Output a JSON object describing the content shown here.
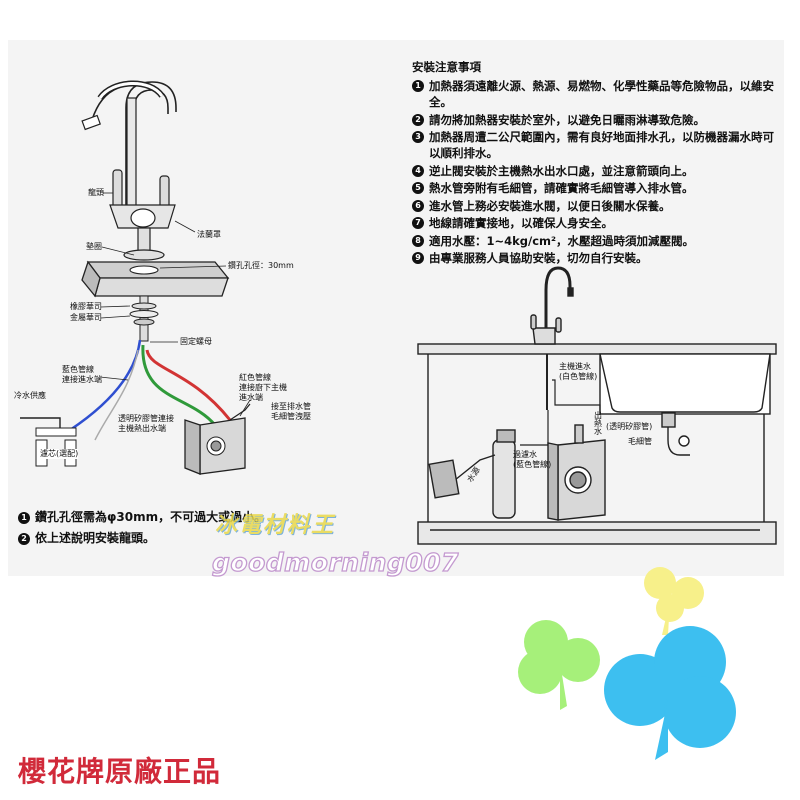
{
  "notes": {
    "heading": "安裝注意事項",
    "items": [
      {
        "num": "1",
        "text": "加熱器須遠離火源、熱源、易燃物、化學性藥品等危險物品，以維安全。"
      },
      {
        "num": "2",
        "text": "請勿將加熱器安裝於室外，以避免日曬雨淋導致危險。"
      },
      {
        "num": "3",
        "text": "加熱器周遭二公尺範圍內，需有良好地面排水孔，以防機器漏水時可以順利排水。"
      },
      {
        "num": "4",
        "text": "逆止閥安裝於主機熱水出水口處，並注意箭頭向上。"
      },
      {
        "num": "5",
        "text": "熱水管旁附有毛細管，請確實將毛細管導入排水管。"
      },
      {
        "num": "6",
        "text": "進水管上務必安裝進水閥，以便日後關水保養。"
      },
      {
        "num": "7",
        "text": "地線請確實接地，以確保人身安全。"
      },
      {
        "num": "8",
        "text": "適用水壓：1~4kg/cm²，水壓超過時須加減壓閥。"
      },
      {
        "num": "9",
        "text": "由專業服務人員協助安裝，切勿自行安裝。"
      }
    ]
  },
  "left_labels": {
    "faucet": "龍頭",
    "flange": "法蘭罩",
    "gasket": "墊圈",
    "hole": "鑽孔孔徑：30mm",
    "rubber_nut": "橡膠華司",
    "metal_nut": "金屬華司",
    "fix_nut": "固定螺母",
    "blue_pipe": "藍色管線\n連接進水端",
    "cold_supply": "冷水供應",
    "filter": "濾芯(選配)",
    "clear_pipe": "透明矽膠管連接\n主機熱出水端",
    "red_pipe": "紅色管線\n連接廚下主機\n進水端",
    "drain": "接至排水管\n毛細管洩壓"
  },
  "right_labels": {
    "main_inlet": "主機進水\n(白色管線)",
    "outlet": "出\n熱\n水",
    "clear_tube": "(透明矽膠管)",
    "capillary": "毛細管",
    "filtered": "過濾水\n(藍色管線)",
    "water_in": "水源"
  },
  "bottom_notes": [
    {
      "num": "1",
      "text": "鑽孔孔徑需為φ30mm，不可過大或過小。"
    },
    {
      "num": "2",
      "text": "依上述說明安裝龍頭。"
    }
  ],
  "watermark": {
    "line1": "冰電材料王",
    "line2": "goodmorning007"
  },
  "brand": "櫻花牌原廠正品",
  "colors": {
    "brand_red": "#d12a3a",
    "clover_green": "#a6f07a",
    "clover_yellow": "#f7f08a",
    "clover_blue": "#3dbff0"
  }
}
